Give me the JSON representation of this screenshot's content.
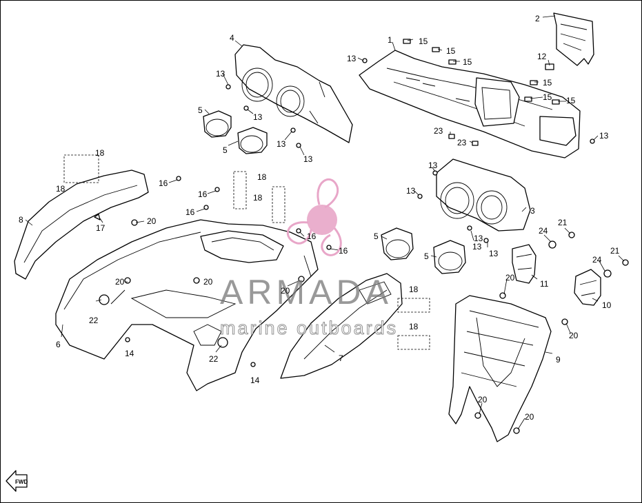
{
  "callouts": {
    "c1": "1",
    "c2": "2",
    "c3": "3",
    "c4": "4",
    "c5a": "5",
    "c5b": "5",
    "c5c": "5",
    "c5d": "5",
    "c6": "6",
    "c7": "7",
    "c8": "8",
    "c9": "9",
    "c10": "10",
    "c11": "11",
    "c12": "12",
    "c13a": "13",
    "c13b": "13",
    "c13c": "13",
    "c13d": "13",
    "c13e": "13",
    "c13f": "13",
    "c13g": "13",
    "c13h": "13",
    "c13i": "13",
    "c13j": "13",
    "c13k": "13",
    "c14a": "14",
    "c14b": "14",
    "c15a": "15",
    "c15b": "15",
    "c15c": "15",
    "c15d": "15",
    "c15e": "15",
    "c15f": "15",
    "c16a": "16",
    "c16b": "16",
    "c16c": "16",
    "c16d": "16",
    "c16e": "16",
    "c17": "17",
    "c18a": "18",
    "c18b": "18",
    "c18c": "18",
    "c18d": "18",
    "c18e": "18",
    "c18f": "18",
    "c20a": "20",
    "c20b": "20",
    "c20c": "20",
    "c20d": "20",
    "c20e": "20",
    "c20f": "20",
    "c20g": "20",
    "c20h": "20",
    "c21a": "21",
    "c21b": "21",
    "c22a": "22",
    "c22b": "22",
    "c23a": "23",
    "c23b": "23",
    "c24a": "24",
    "c24b": "24"
  },
  "watermark": {
    "title": "ARMADA",
    "subtitle": "marine outboards",
    "accent_color": "#e8a6c8"
  },
  "fwd_icon": {
    "label": "FWD"
  }
}
